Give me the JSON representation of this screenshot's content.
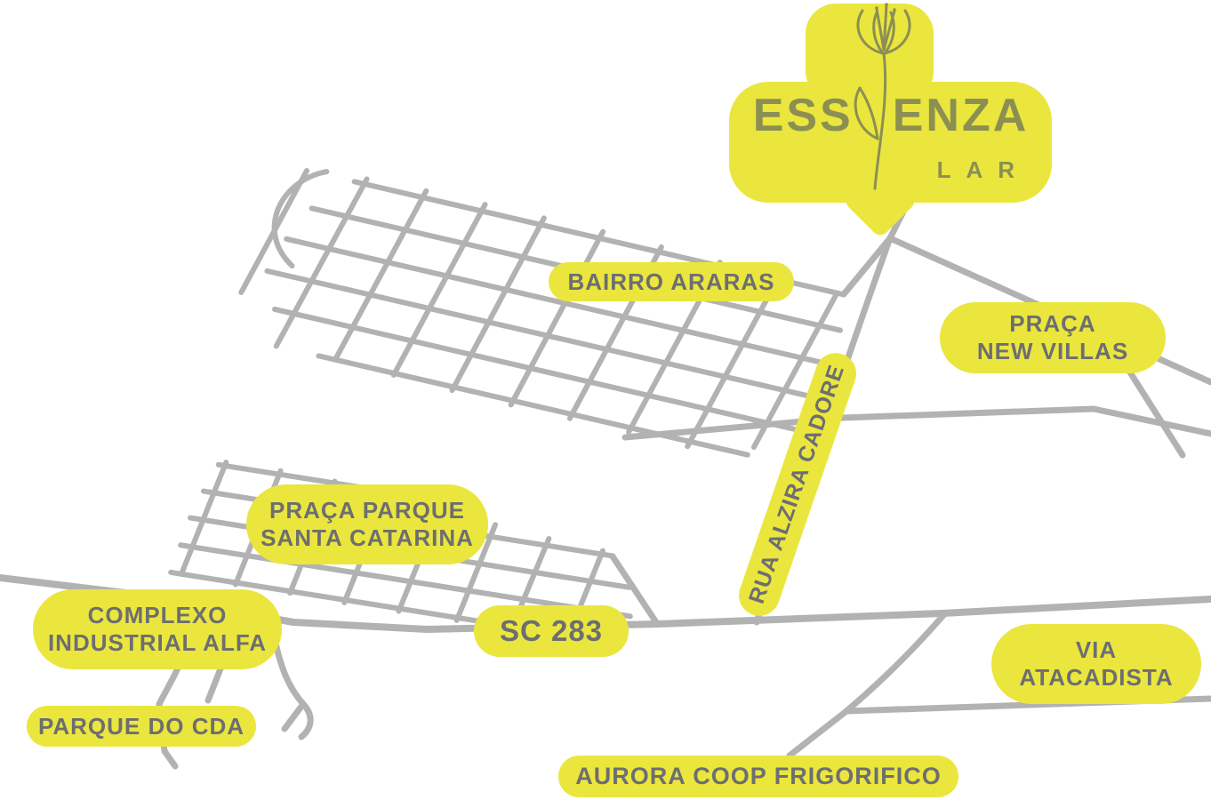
{
  "logo": {
    "title_left": "ESS",
    "title_right": "ENZA",
    "subtitle": "LAR"
  },
  "labels": {
    "bairro_araras": {
      "text": "BAIRRO ARARAS"
    },
    "praca_new_villas": {
      "line1": "PRAÇA",
      "line2": "NEW VILLAS"
    },
    "rua_alzira_cadore": {
      "text": "RUA ALZIRA CADORE"
    },
    "praca_parque_santa_catarina": {
      "line1": "PRAÇA PARQUE",
      "line2": "SANTA CATARINA"
    },
    "complexo_industrial_alfa": {
      "line1": "COMPLEXO",
      "line2": "INDUSTRIAL ALFA"
    },
    "sc_283": {
      "text": "SC 283"
    },
    "parque_do_cda": {
      "text": "PARQUE DO CDA"
    },
    "via_atacadista": {
      "line1": "VIA",
      "line2": "ATACADISTA"
    },
    "aurora_coop_frigorifico": {
      "text": "AURORA COOP FRIGORIFICO"
    }
  },
  "colors": {
    "accent_yellow": "#EAE63E",
    "label_text_gray": "#6D6E71",
    "road_gray": "#B2B2B2",
    "logo_olive": "#8C8F52"
  }
}
